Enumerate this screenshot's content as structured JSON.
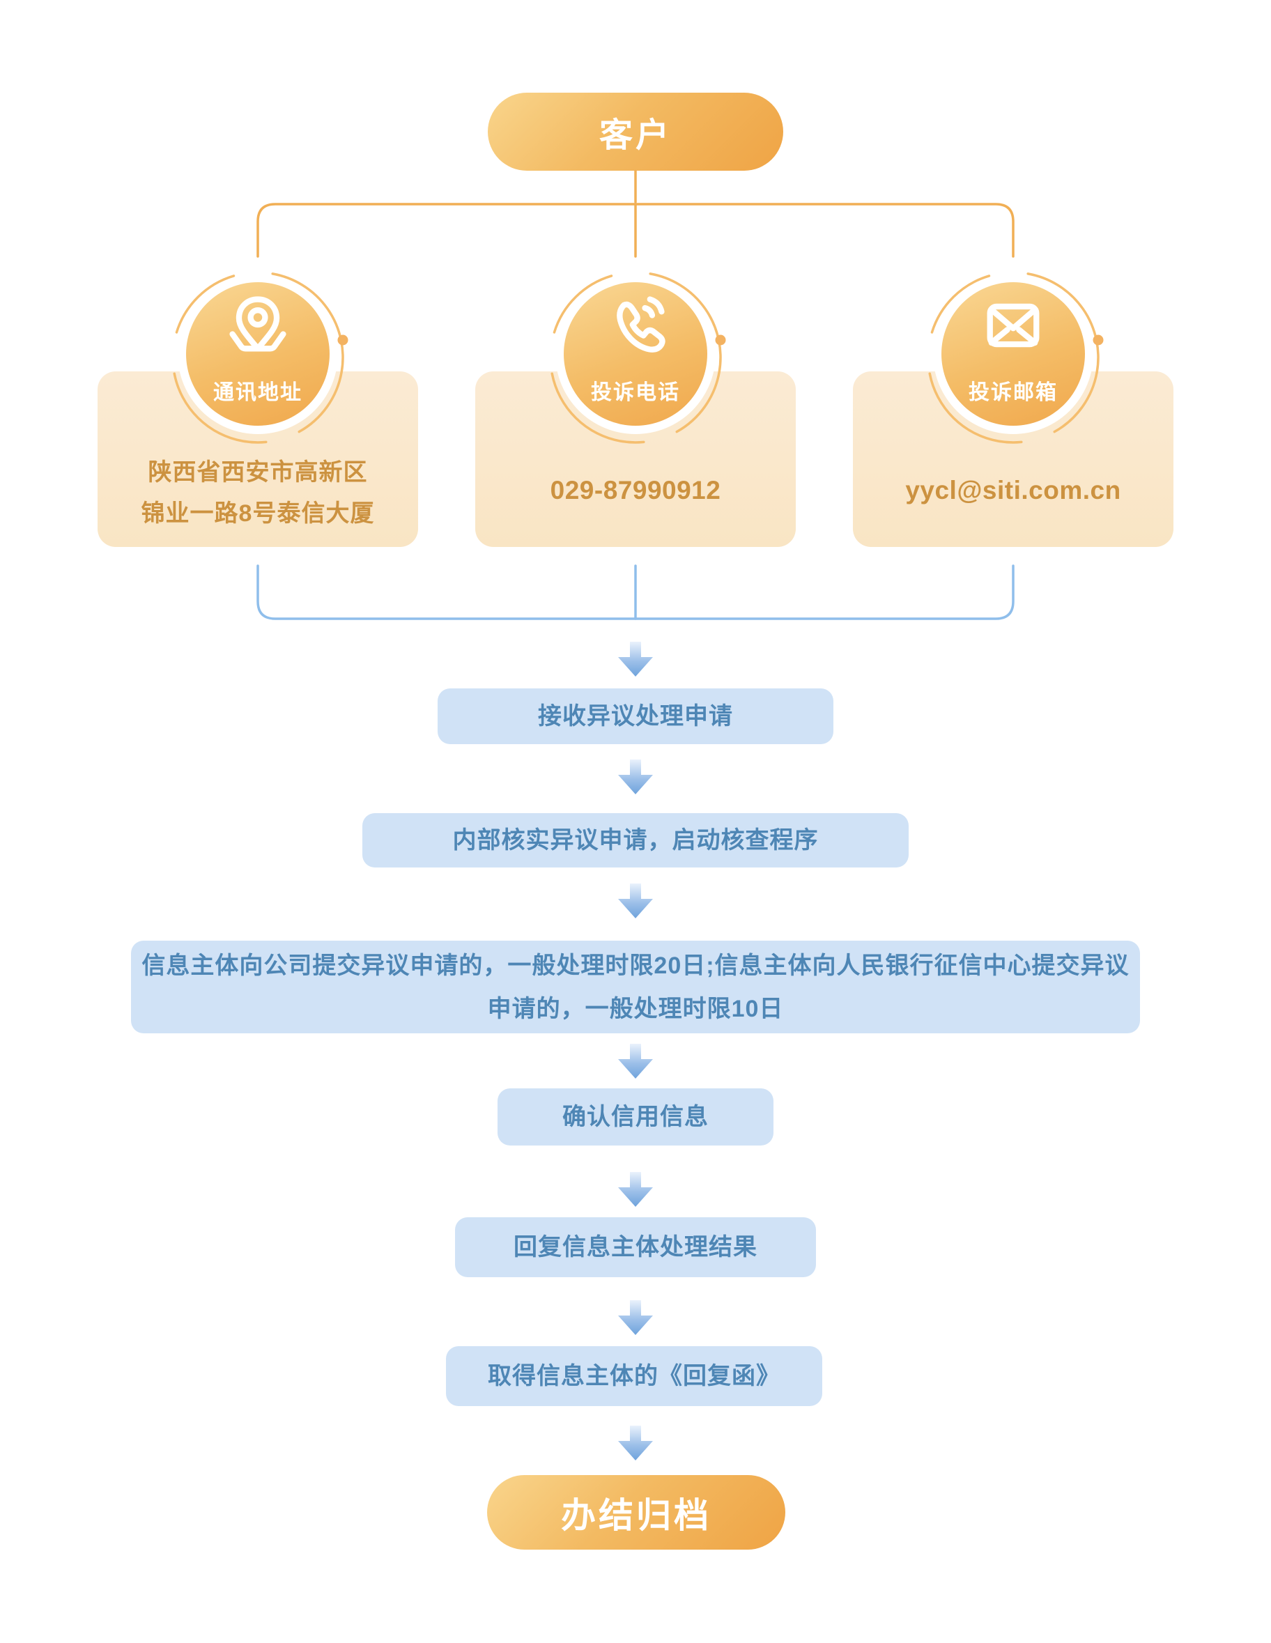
{
  "diagram": {
    "title_hint": "complaint / dispute handling flowchart",
    "start": {
      "label": "客户"
    },
    "channels": [
      {
        "icon": "location-pin-icon",
        "title": "通讯地址",
        "lines": [
          "陕西省西安市高新区",
          "锦业一路8号泰信大厦"
        ]
      },
      {
        "icon": "phone-icon",
        "title": "投诉电话",
        "lines": [
          "029-87990912"
        ]
      },
      {
        "icon": "mail-icon",
        "title": "投诉邮箱",
        "lines": [
          "yycl@siti.com.cn"
        ]
      }
    ],
    "steps": [
      {
        "lines": [
          "接收异议处理申请"
        ]
      },
      {
        "lines": [
          "内部核实异议申请，启动核查程序"
        ]
      },
      {
        "lines": [
          "信息主体向公司提交异议申请的，一般处理时限20日;信息主体向人民银行征信中心提交异议",
          "申请的，一般处理时限10日"
        ]
      },
      {
        "lines": [
          "确认信用信息"
        ]
      },
      {
        "lines": [
          "回复信息主体处理结果"
        ]
      },
      {
        "lines": [
          "取得信息主体的《回复函》"
        ]
      }
    ],
    "end": {
      "label": "办结归档"
    }
  },
  "colors": {
    "pill_gradient_from": "#F9D58C",
    "pill_gradient_to": "#EFA445",
    "circle_gradient_from": "#F9D794",
    "circle_gradient_to": "#F0A84D",
    "card_bg": "#F9E5C4",
    "card_text": "#CC9240",
    "orange_connector": "#F1AF55",
    "blue_connector": "#8FBEEB",
    "step_bg": "#D0E2F6",
    "step_text": "#4E86B5",
    "arrow_gradient_from": "#EAF2FC",
    "arrow_gradient_to": "#6FA3DC",
    "white": "#FFFFFF"
  }
}
